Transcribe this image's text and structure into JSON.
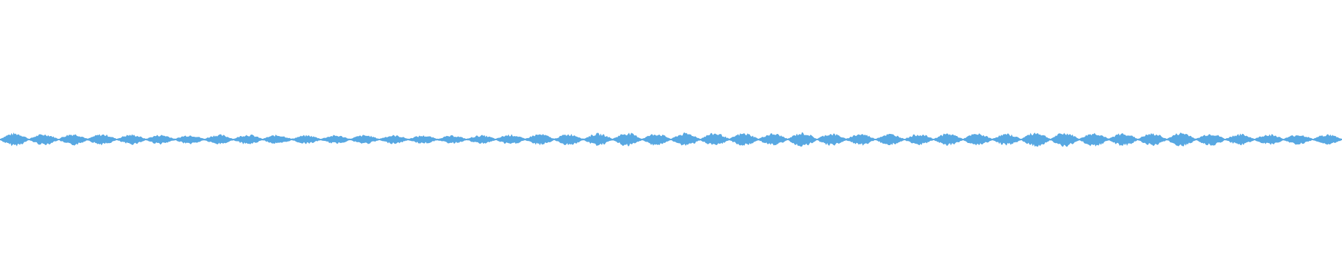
{
  "waveform": {
    "color": "#58a8e2",
    "background": "#ffffff",
    "lobe_count": 46,
    "lobe_levels": [
      0.85,
      0.72,
      0.76,
      0.7,
      0.66,
      0.62,
      0.6,
      0.64,
      0.66,
      0.6,
      0.56,
      0.56,
      0.58,
      0.56,
      0.54,
      0.52,
      0.56,
      0.66,
      0.72,
      0.74,
      0.8,
      0.88,
      0.78,
      0.84,
      0.86,
      0.84,
      0.8,
      0.9,
      0.8,
      0.76,
      0.74,
      0.72,
      0.8,
      0.78,
      0.74,
      0.94,
      0.9,
      0.88,
      0.84,
      0.8,
      0.9,
      0.78,
      0.72,
      0.7,
      0.66,
      0.68
    ]
  }
}
